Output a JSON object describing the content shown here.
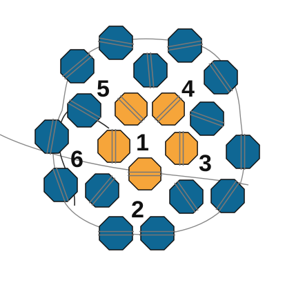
{
  "colors": {
    "outer_bead": "#0f6794",
    "inner_bead": "#f6a53a",
    "thread": "#888888",
    "needle_thread": "#2a2a2a",
    "label": "#111111"
  },
  "step_labels": [
    "1",
    "2",
    "3",
    "4",
    "5",
    "6"
  ]
}
